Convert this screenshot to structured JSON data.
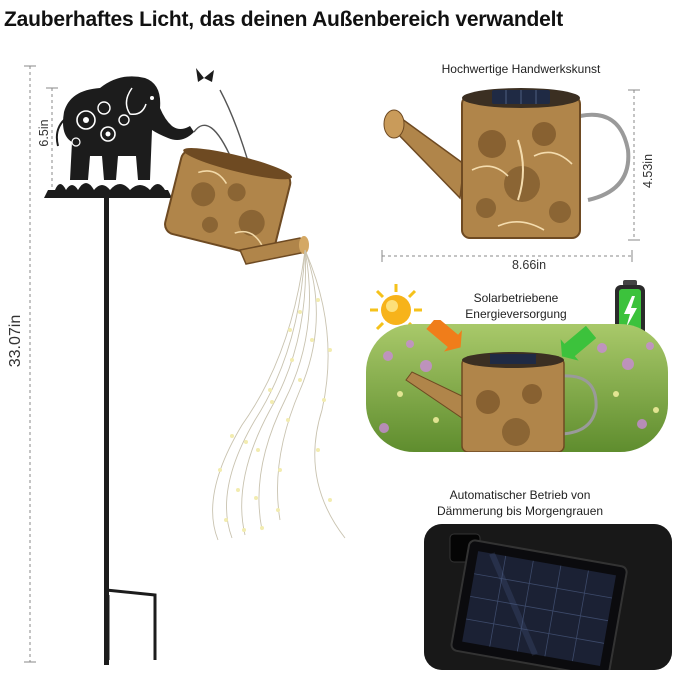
{
  "headline": "Zauberhaftes Licht, das deinen Außenbereich verwandelt",
  "dimensions": {
    "height_total": "33.07in",
    "height_top": "6.5in",
    "can_width": "8.66in",
    "can_height": "4.53in"
  },
  "features": {
    "craft": "Hochwertige Handwerkskunst",
    "solar_line1": "Solarbetriebene",
    "solar_line2": "Energieversorgung",
    "auto_line1": "Automatischer Betrieb von",
    "auto_line2": "Dämmerung bis Morgengrauen"
  },
  "icons": {
    "sun": "sun-icon",
    "battery": "battery-full-icon",
    "arrow_in": "orange-arrow-icon",
    "arrow_out": "green-arrow-icon"
  },
  "colors": {
    "copper": "#b0854a",
    "dark_copper": "#6e4a22",
    "silhouette": "#1c1c1c",
    "battery_green": "#3cc23c",
    "arrow_orange": "#f07d1a"
  }
}
